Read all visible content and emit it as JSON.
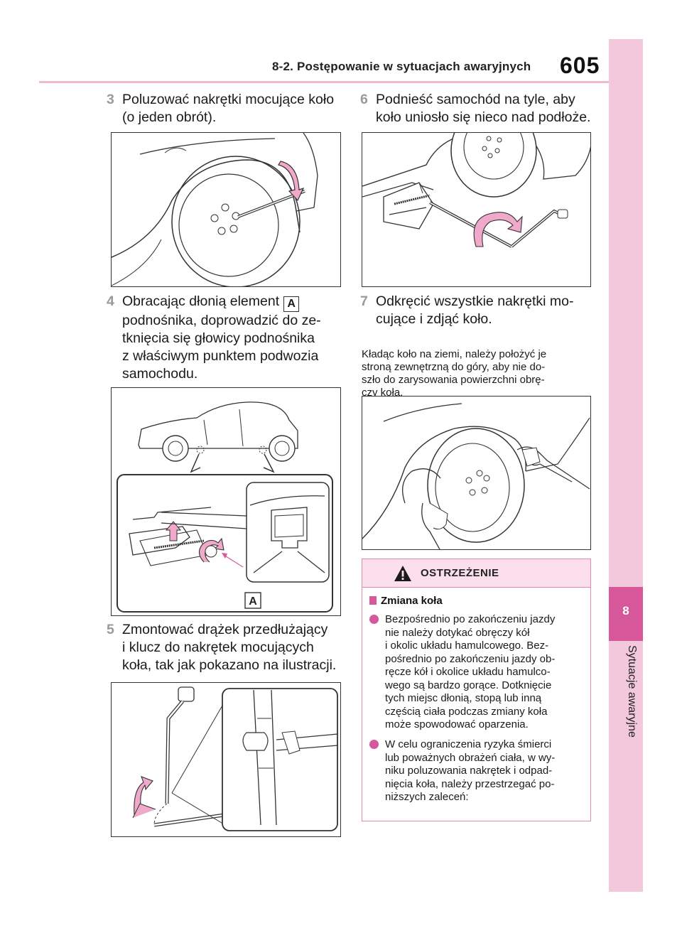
{
  "header": {
    "title": "8-2. Postępowanie w sytuacjach awaryjnych",
    "page_number": "605"
  },
  "side_tab": {
    "number": "8",
    "label": "Sytuacje awaryjne"
  },
  "steps": [
    {
      "num": "3",
      "line1": "Poluzować nakrętki mocujące koło",
      "line2": "(o jeden obrót)."
    },
    {
      "num": "4",
      "line1": "Obracając dłonią element",
      "badge": "A",
      "line2": "podnośnika, doprowadzić do ze-",
      "line3": "tknięcia się głowicy podnośnika",
      "line4": "z właściwym punktem podwozia",
      "line5": "samochodu."
    },
    {
      "num": "5",
      "line1": "Zmontować drążek przedłużający",
      "line2": "i klucz do nakrętek mocujących",
      "line3": "koła, tak jak pokazano na ilustracji."
    },
    {
      "num": "6",
      "line1": "Podnieść samochód na tyle, aby",
      "line2": "koło uniosło się nieco nad podłoże."
    },
    {
      "num": "7",
      "line1": "Odkręcić wszystkie nakrętki mo-",
      "line2": "cujące i zdjąć koło."
    }
  ],
  "note": {
    "line1": "Kładąc koło na ziemi, należy położyć je",
    "line2": "stroną zewnętrzną do góry, aby nie do-",
    "line3": "szło do zarysowania powierzchni obrę-",
    "line4": "czy koła."
  },
  "figure_jack": {
    "callout": "A"
  },
  "warning": {
    "title": "OSTRZEŻENIE",
    "subtitle": "Zmiana koła",
    "bullet1": [
      "Bezpośrednio po zakończeniu jazdy",
      "nie należy dotykać obręczy kół",
      "i okolic układu hamulcowego. Bez-",
      "pośrednio po zakończeniu jazdy ob-",
      "ręcze kół i okolice układu hamulco-",
      "wego są bardzo gorące. Dotknięcie",
      "tych miejsc dłonią, stopą lub inną",
      "częścią ciała podczas zmiany koła",
      "może spowodować oparzenia."
    ],
    "bullet2": [
      "W celu ograniczenia ryzyka śmierci",
      "lub poważnych obrażeń ciała, w wy-",
      "niku poluzowania nakrętek i odpad-",
      "nięcia koła, należy przestrzegać po-",
      "niższych zaleceń:"
    ]
  },
  "colors": {
    "accent": "#d7579b",
    "strip": "#f4c8dc",
    "rule": "#f2b8d2",
    "warn_bg": "#fbe0ec",
    "arrow_fill": "#f0a9cb"
  }
}
